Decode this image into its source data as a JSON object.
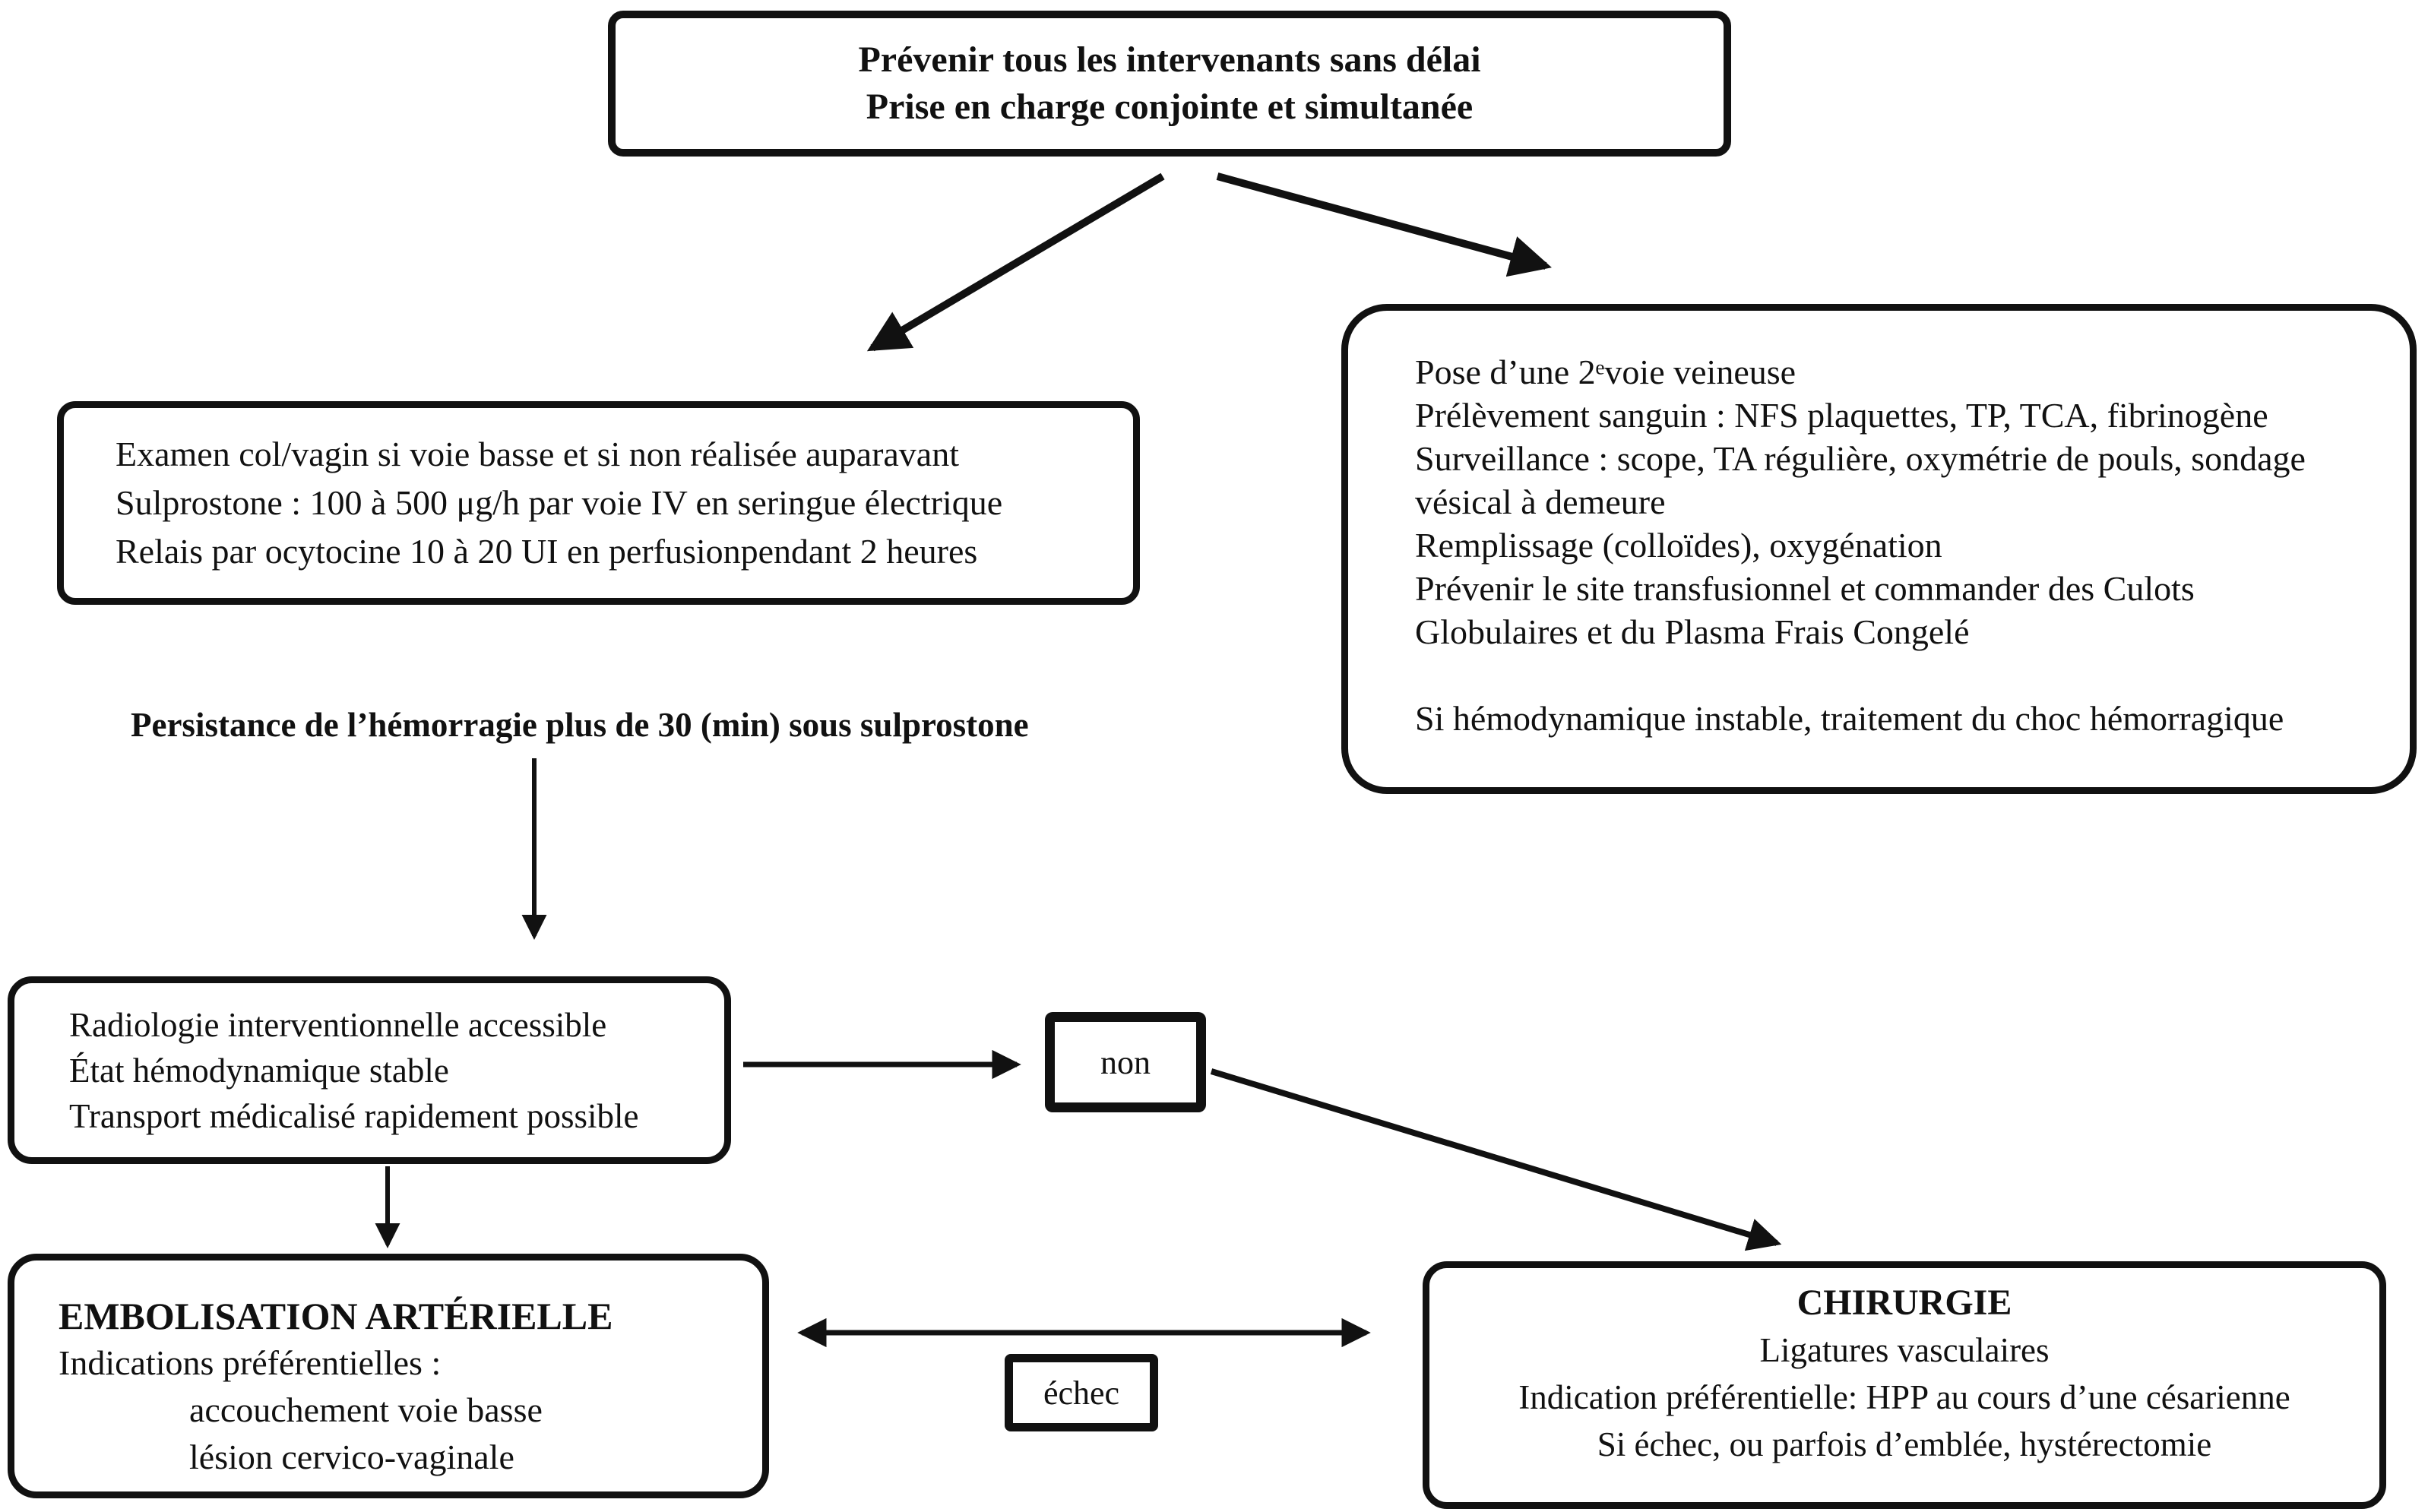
{
  "flowchart": {
    "top_node": {
      "line1": "Prévenir tous les intervenants sans délai",
      "line2": "Prise en charge conjointe et simultanée"
    },
    "exam_node": {
      "line1": "Examen col/vagin si voie basse et si non réalisée auparavant",
      "line2": "Sulprostone : 100 à 500 μg/h par voie IV en seringue électrique",
      "line3": "Relais par ocytocine 10 à 20 UI en perfusionpendant 2 heures"
    },
    "pose_node": {
      "line1": "Pose d’une 2ᵉvoie veineuse",
      "line2": "Prélèvement sanguin : NFS plaquettes, TP, TCA, fibrinogène",
      "line3": "Surveillance : scope, TA régulière, oxymétrie de pouls, sondage",
      "line4": "vésical à demeure",
      "line5": "Remplissage (colloïdes), oxygénation",
      "line6": "Prévenir le site transfusionnel et commander des Culots",
      "line7": "Globulaires et du Plasma Frais Congelé",
      "line8": "Si hémodynamique instable, traitement du choc hémorragique"
    },
    "persistance_label": "Persistance de l’hémorragie plus de 30 (min) sous sulprostone",
    "radiologie_node": {
      "line1": "Radiologie interventionnelle accessible",
      "line2": "État hémodynamique stable",
      "line3": "Transport médicalisé rapidement possible"
    },
    "non_label": "non",
    "embolisation_node": {
      "title": "EMBOLISATION ARTÉRIELLE",
      "line1": "Indications préférentielles :",
      "line2": "accouchement voie basse",
      "line3": "lésion cervico-vaginale"
    },
    "echec_label": "échec",
    "chirurgie_node": {
      "title": "CHIRURGIE",
      "line1": "Ligatures vasculaires",
      "line2": "Indication préférentielle: HPP au cours d’une césarienne",
      "line3": "Si échec, ou parfois d’emblée, hystérectomie"
    },
    "colors": {
      "ink": "#111111",
      "background": "#ffffff"
    }
  }
}
